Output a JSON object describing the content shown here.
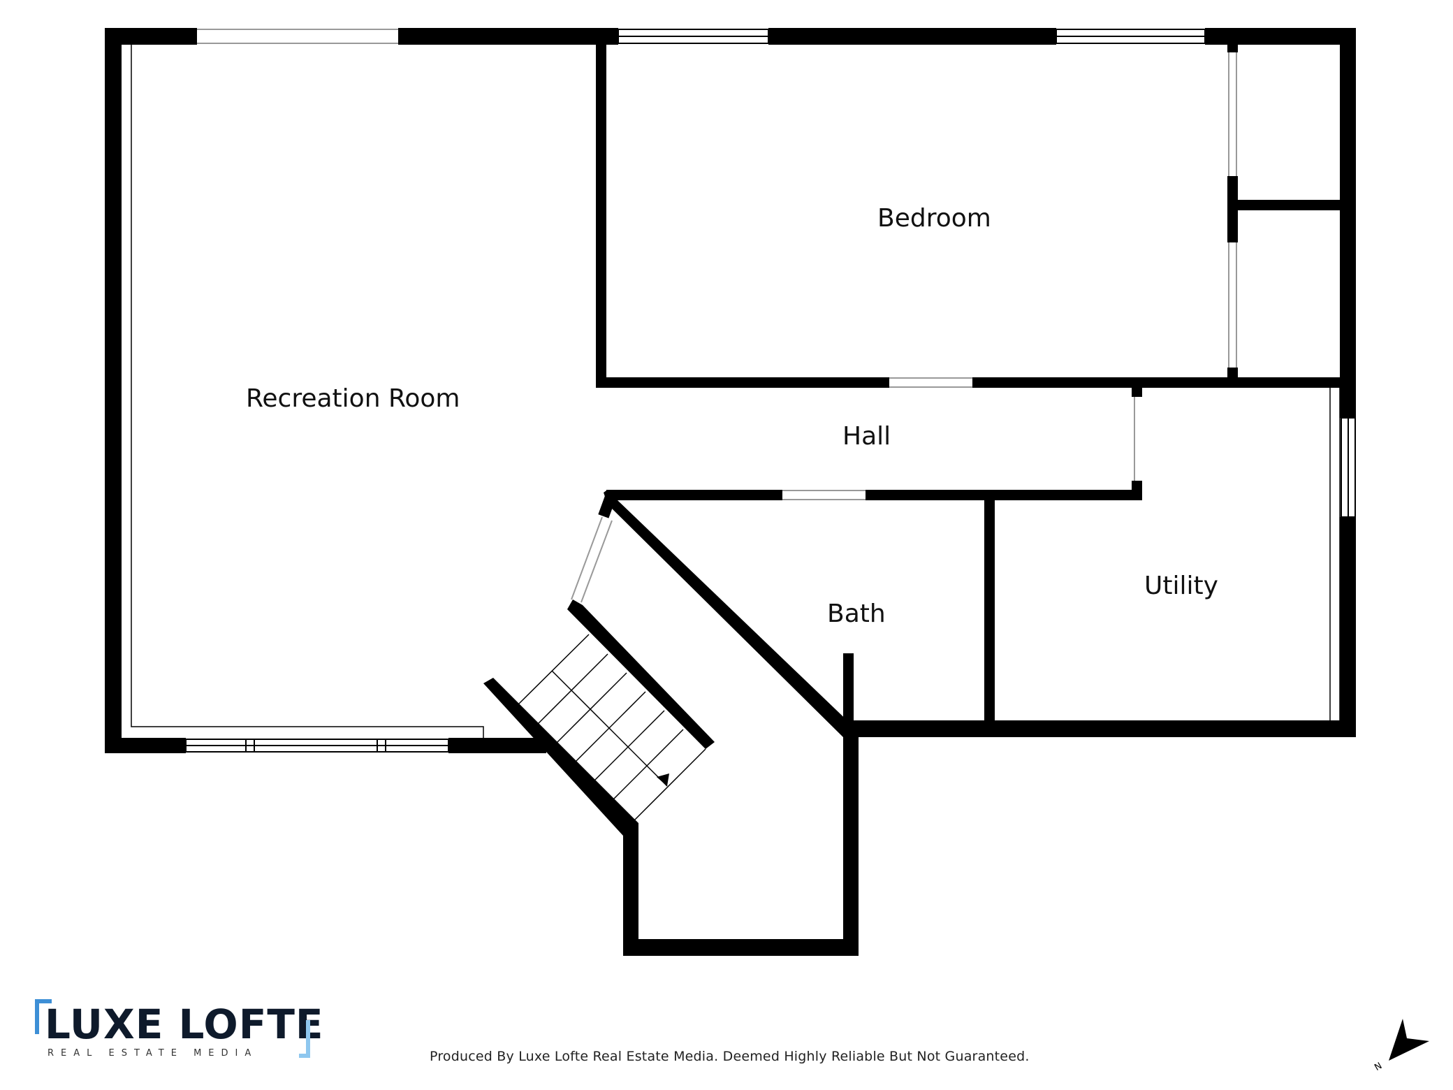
{
  "rooms": {
    "recreation_room": "Recreation Room",
    "bedroom": "Bedroom",
    "hall": "Hall",
    "bath": "Bath",
    "utility": "Utility"
  },
  "logo": {
    "name": "LUXE LOFTE",
    "tagline": "REAL ESTATE MEDIA"
  },
  "footer": {
    "disclaimer": "Produced By Luxe Lofte Real Estate Media. Deemed Highly Reliable But Not Guaranteed."
  },
  "compass": {
    "label": "N"
  },
  "colors": {
    "wall": "#000000",
    "background": "#ffffff",
    "logo_accent": "#3d8fd6",
    "logo_accent_light": "#8ec7ef"
  }
}
